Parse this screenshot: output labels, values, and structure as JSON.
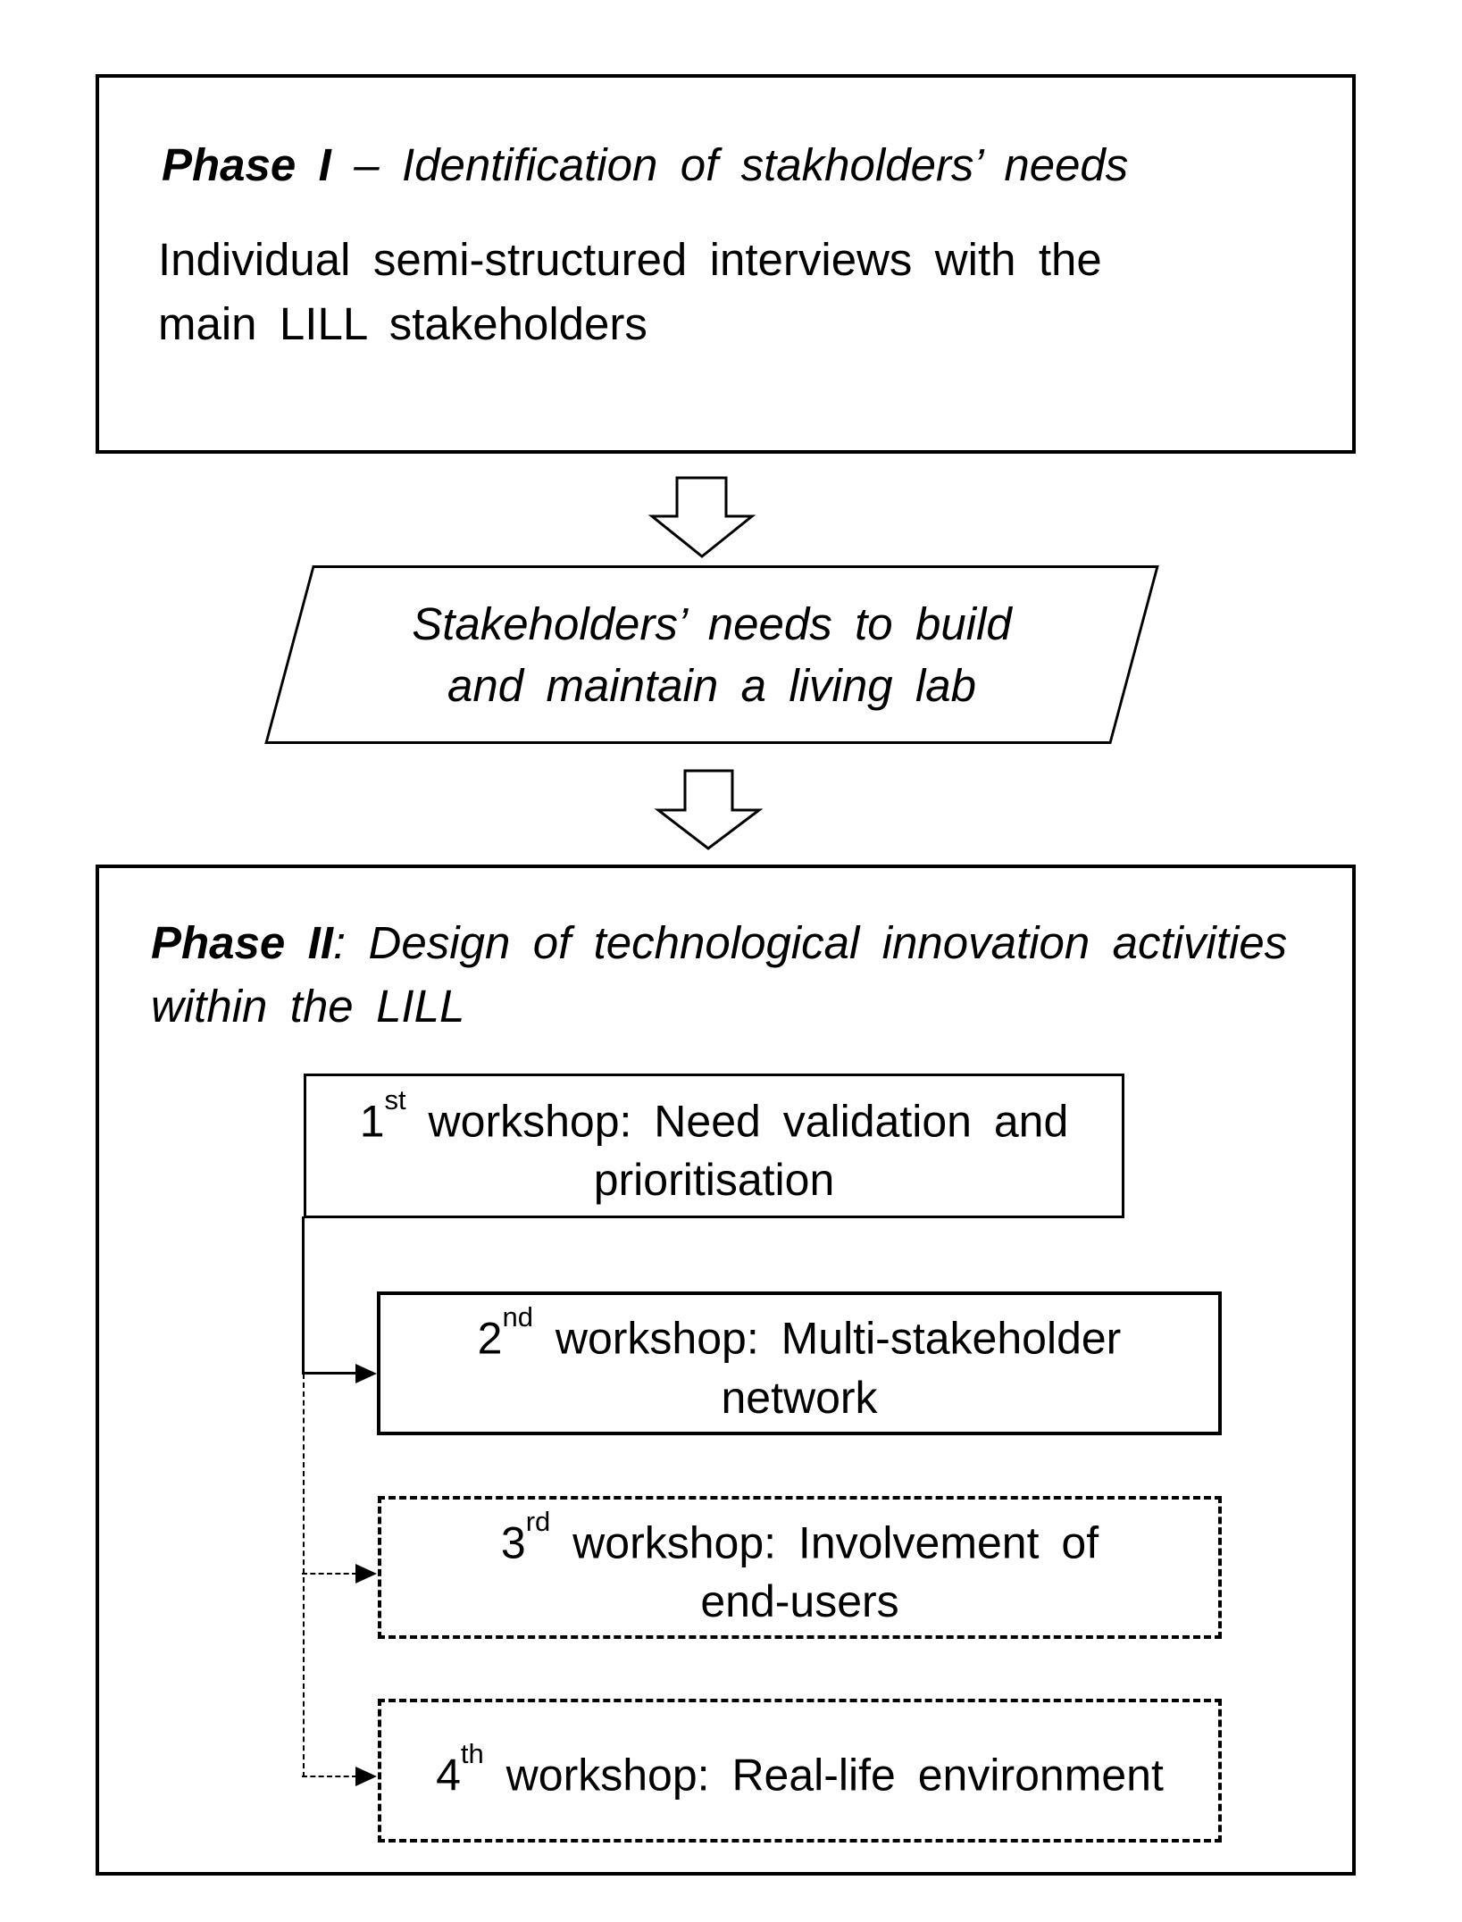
{
  "phase1": {
    "title_bold": "Phase I",
    "title_rest": " – Identification of stakholders’ needs",
    "body_line1": "Individual semi-structured interviews with the",
    "body_line2": "main LILL stakeholders"
  },
  "io_shape": {
    "line1": "Stakeholders’ needs to build",
    "line2": "and maintain a living lab"
  },
  "phase2": {
    "title_bold": "Phase II",
    "title_rest": ": Design of technological innovation activities",
    "title_line2": "within the LILL"
  },
  "workshops": [
    {
      "ordinal": "1",
      "suffix": "st",
      "rest": " workshop: Need validation and",
      "line2": "prioritisation",
      "border": "solid"
    },
    {
      "ordinal": "2",
      "suffix": "nd",
      "rest": " workshop: Multi-stakeholder",
      "line2": "network",
      "border": "solid"
    },
    {
      "ordinal": "3",
      "suffix": "rd",
      "rest": " workshop: Involvement of",
      "line2": "end-users",
      "border": "dashed"
    },
    {
      "ordinal": "4",
      "suffix": "th",
      "rest": " workshop: Real-life environment",
      "line2": "",
      "border": "dashed"
    }
  ],
  "colors": {
    "line": "#000000",
    "background": "#ffffff",
    "text": "#000000"
  }
}
